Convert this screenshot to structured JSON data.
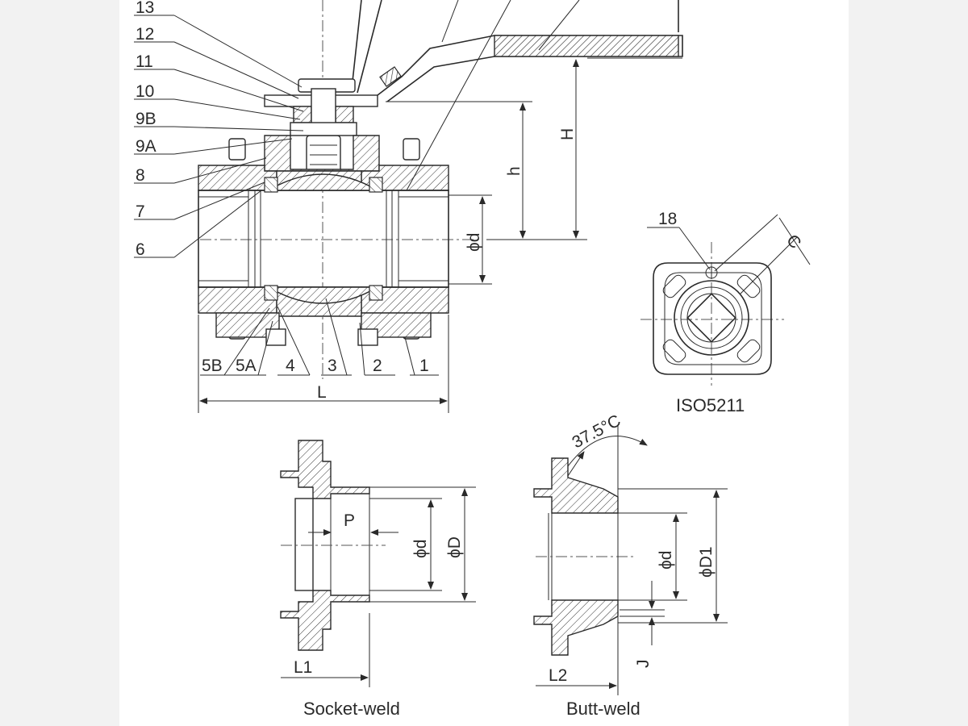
{
  "part_numbers": [
    "13",
    "12",
    "11",
    "10",
    "9B",
    "9A",
    "8",
    "7",
    "6"
  ],
  "bottom_part_numbers": [
    "5B",
    "5A",
    "4",
    "3",
    "2",
    "1"
  ],
  "dimensions": {
    "H": "H",
    "h": "h",
    "phi_d": "ϕd",
    "L": "L",
    "C": "C",
    "P": "P",
    "phi_D": "ϕD",
    "phi_D1": "ϕD1",
    "L1": "L1",
    "L2": "L2",
    "J": "J",
    "angle": "37.5°C"
  },
  "mounting_pad": {
    "part_number": "18",
    "standard": "ISO5211"
  },
  "captions": {
    "socket_weld": "Socket-weld",
    "butt_weld": "Butt-weld"
  }
}
